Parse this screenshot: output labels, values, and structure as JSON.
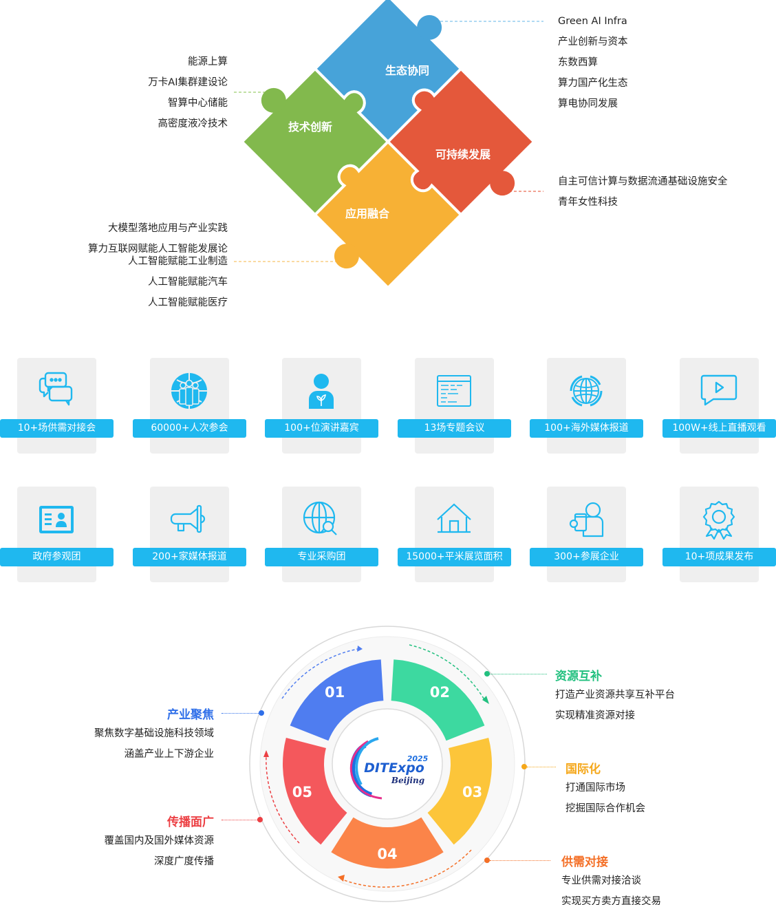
{
  "puzzle": {
    "pieces": [
      {
        "label": "生态协同",
        "color": "#47a3d9"
      },
      {
        "label": "技术创新",
        "color": "#82b94d"
      },
      {
        "label": "可持续发展",
        "color": "#e4583b"
      },
      {
        "label": "应用融合",
        "color": "#f7b135"
      }
    ],
    "lists": {
      "tech": [
        "能源上算",
        "万卡AI集群建设论",
        "智算中心储能",
        "高密度液冷技术"
      ],
      "ecology": [
        "Green AI Infra",
        "产业创新与资本",
        "东数西算",
        "算力国产化生态",
        "算电协同发展"
      ],
      "sustain": [
        "自主可信计算与数据流通基础设施安全",
        "青年女性科技"
      ],
      "apply": [
        "大模型落地应用与产业实践",
        "算力互联网赋能人工智能发展论",
        "人工智能赋能工业制造",
        "人工智能赋能汽车",
        "人工智能赋能医疗"
      ]
    }
  },
  "stats": {
    "accent": "#1fb8ef",
    "tiles": [
      {
        "label": "10+场供需对接会",
        "icon": "chat-bubbles-icon"
      },
      {
        "label": "60000+人次参会",
        "icon": "globe-people-icon"
      },
      {
        "label": "100+位演讲嘉宾",
        "icon": "speaker-person-icon"
      },
      {
        "label": "13场专题会议",
        "icon": "agenda-window-icon"
      },
      {
        "label": "100+海外媒体报道",
        "icon": "globe-rotate-icon"
      },
      {
        "label": "100W+线上直播观看",
        "icon": "video-chat-icon"
      },
      {
        "label": "政府参观团",
        "icon": "id-card-icon"
      },
      {
        "label": "200+家媒体报道",
        "icon": "megaphone-icon"
      },
      {
        "label": "专业采购团",
        "icon": "globe-search-icon"
      },
      {
        "label": "15000+平米展览面积",
        "icon": "house-icon"
      },
      {
        "label": "300+参展企业",
        "icon": "exhibitor-icon"
      },
      {
        "label": "10+项成果发布",
        "icon": "award-ribbon-icon"
      }
    ]
  },
  "cycle": {
    "logo": {
      "year": "2025",
      "name": "DITExpo",
      "city": "Beijing"
    },
    "segments": [
      {
        "num": "01",
        "color": "#4f7df0"
      },
      {
        "num": "02",
        "color": "#3dd9a0"
      },
      {
        "num": "03",
        "color": "#fcc53a"
      },
      {
        "num": "04",
        "color": "#fb8449"
      },
      {
        "num": "05",
        "color": "#f4585c"
      }
    ],
    "features": [
      {
        "title": "产业聚焦",
        "color": "#2f6fe9",
        "lines": [
          "聚焦数字基础设施科技领域",
          "涵盖产业上下游企业"
        ]
      },
      {
        "title": "资源互补",
        "color": "#22c07f",
        "lines": [
          "打造产业资源共享互补平台",
          "实现精准资源对接"
        ]
      },
      {
        "title": "国际化",
        "color": "#f5a719",
        "lines": [
          "打通国际市场",
          "挖掘国际合作机会"
        ]
      },
      {
        "title": "供需对接",
        "color": "#f46f26",
        "lines": [
          "专业供需对接洽谈",
          "实现买方卖方直接交易"
        ]
      },
      {
        "title": "传播面广",
        "color": "#ec3f43",
        "lines": [
          "覆盖国内及国外媒体资源",
          "深度广度传播"
        ]
      }
    ]
  }
}
